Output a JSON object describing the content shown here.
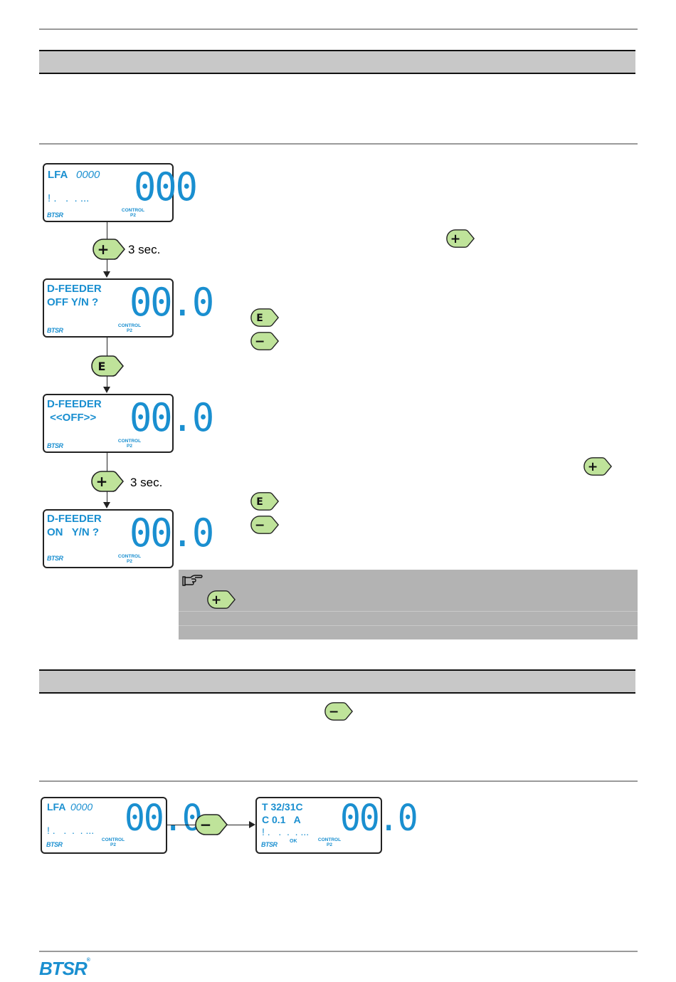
{
  "lcd1": {
    "line1": "LFA",
    "code": "0000",
    "line2": "! .   .  . ...",
    "digits": "000",
    "control": "CONTROL",
    "channel": "P2"
  },
  "lcd2": {
    "line1": "D-FEEDER",
    "line2": "OFF Y/N ?",
    "digits": "00.0",
    "control": "CONTROL",
    "channel": "P2"
  },
  "lcd3": {
    "line1": "D-FEEDER",
    "line2": " <<OFF>>",
    "digits": "00.0",
    "control": "CONTROL",
    "channel": "P2"
  },
  "lcd4": {
    "line1": "D-FEEDER",
    "line2": "ON   Y/N ?",
    "digits": "00.0",
    "control": "CONTROL",
    "channel": "P2"
  },
  "lcd5": {
    "line1": "LFA",
    "code": "0000",
    "line2": "! .   .  .  . ...",
    "digits": "00.0",
    "control": "CONTROL",
    "channel": "P2"
  },
  "lcd6": {
    "line1": "T 32/31C",
    "line2": "C 0.1   A",
    "line3": "! .   .  .  . ...",
    "digits": "00.0",
    "ok": "OK",
    "control": "CONTROL",
    "channel": "P2"
  },
  "brand_small": "BTSR",
  "labels": {
    "sec1": "3 sec.",
    "sec2": "3 sec."
  },
  "keys": {
    "plus": "+",
    "minus": "−",
    "enter": "E"
  },
  "footer": {
    "brand": "BTSR",
    "registered": "®"
  },
  "colors": {
    "lcd_text": "#1a8fd0",
    "key_fill": "#bfe39a",
    "note_bg": "#b3b3b3",
    "bar_bg": "#c8c8c8"
  }
}
